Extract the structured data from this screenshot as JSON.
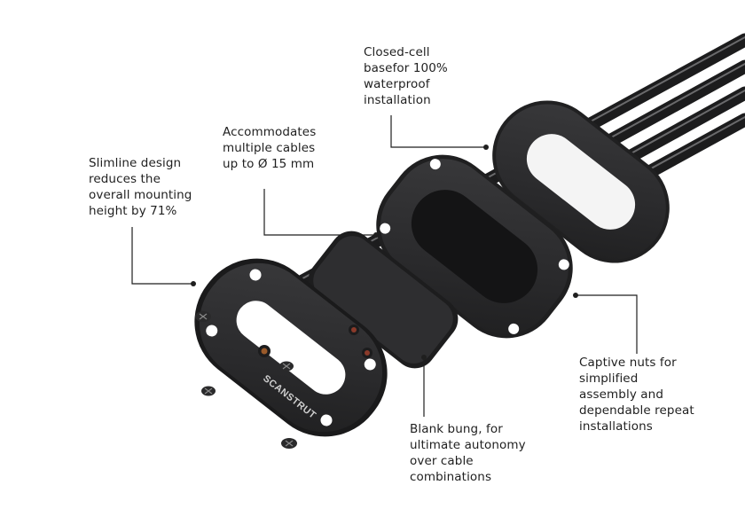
{
  "brand": {
    "logo_text": "SCANSTRUT"
  },
  "callouts": {
    "closed_cell": "Closed-cell\nbasefor 100%\nwaterproof\ninstallation",
    "accommodates": "Accommodates\nmultiple cables\nup to  Ø 15 mm",
    "slimline": "Slimline design\nreduces the\noverall mounting\nheight by 71%",
    "captive_nuts": "Captive nuts for\nsimplified\nassembly and\ndependable repeat\ninstallations",
    "blank_bung": "Blank bung, for\nultimate autonomy\nover cable\ncombinations"
  },
  "colors": {
    "part_dark": "#2b2b2d",
    "part_edge": "#1a1a1b",
    "leader": "#1f1f1f"
  }
}
